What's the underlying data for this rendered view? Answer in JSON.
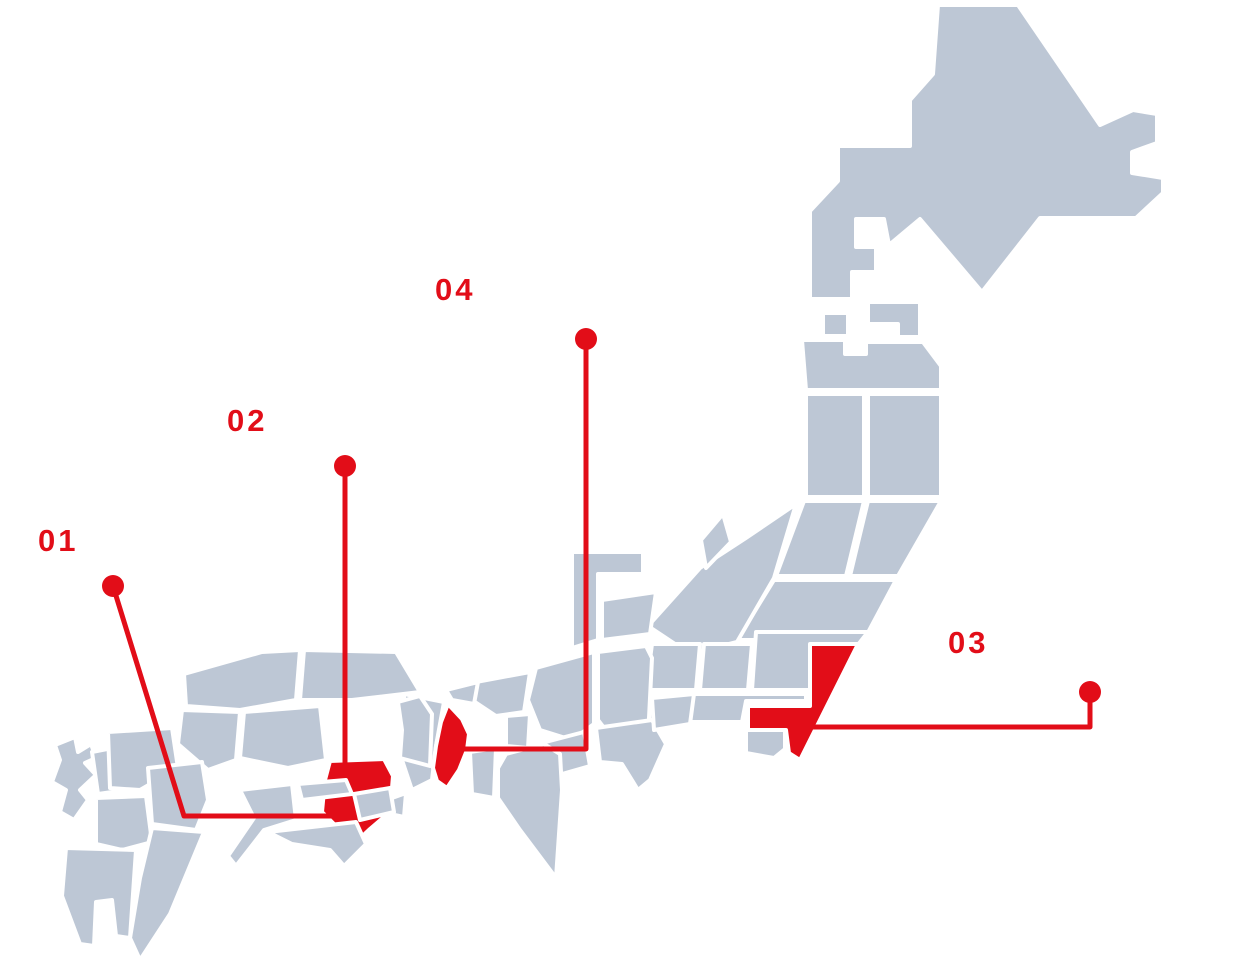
{
  "map": {
    "markers": [
      {
        "label": "01"
      },
      {
        "label": "02"
      },
      {
        "label": "03"
      },
      {
        "label": "04"
      }
    ]
  },
  "colors": {
    "background": "#ffffff",
    "region_fill": "#bdc7d5",
    "region_border": "#ffffff",
    "highlight": "#e20d18",
    "marker": "#e20d18",
    "label_text": "#e20d18"
  }
}
